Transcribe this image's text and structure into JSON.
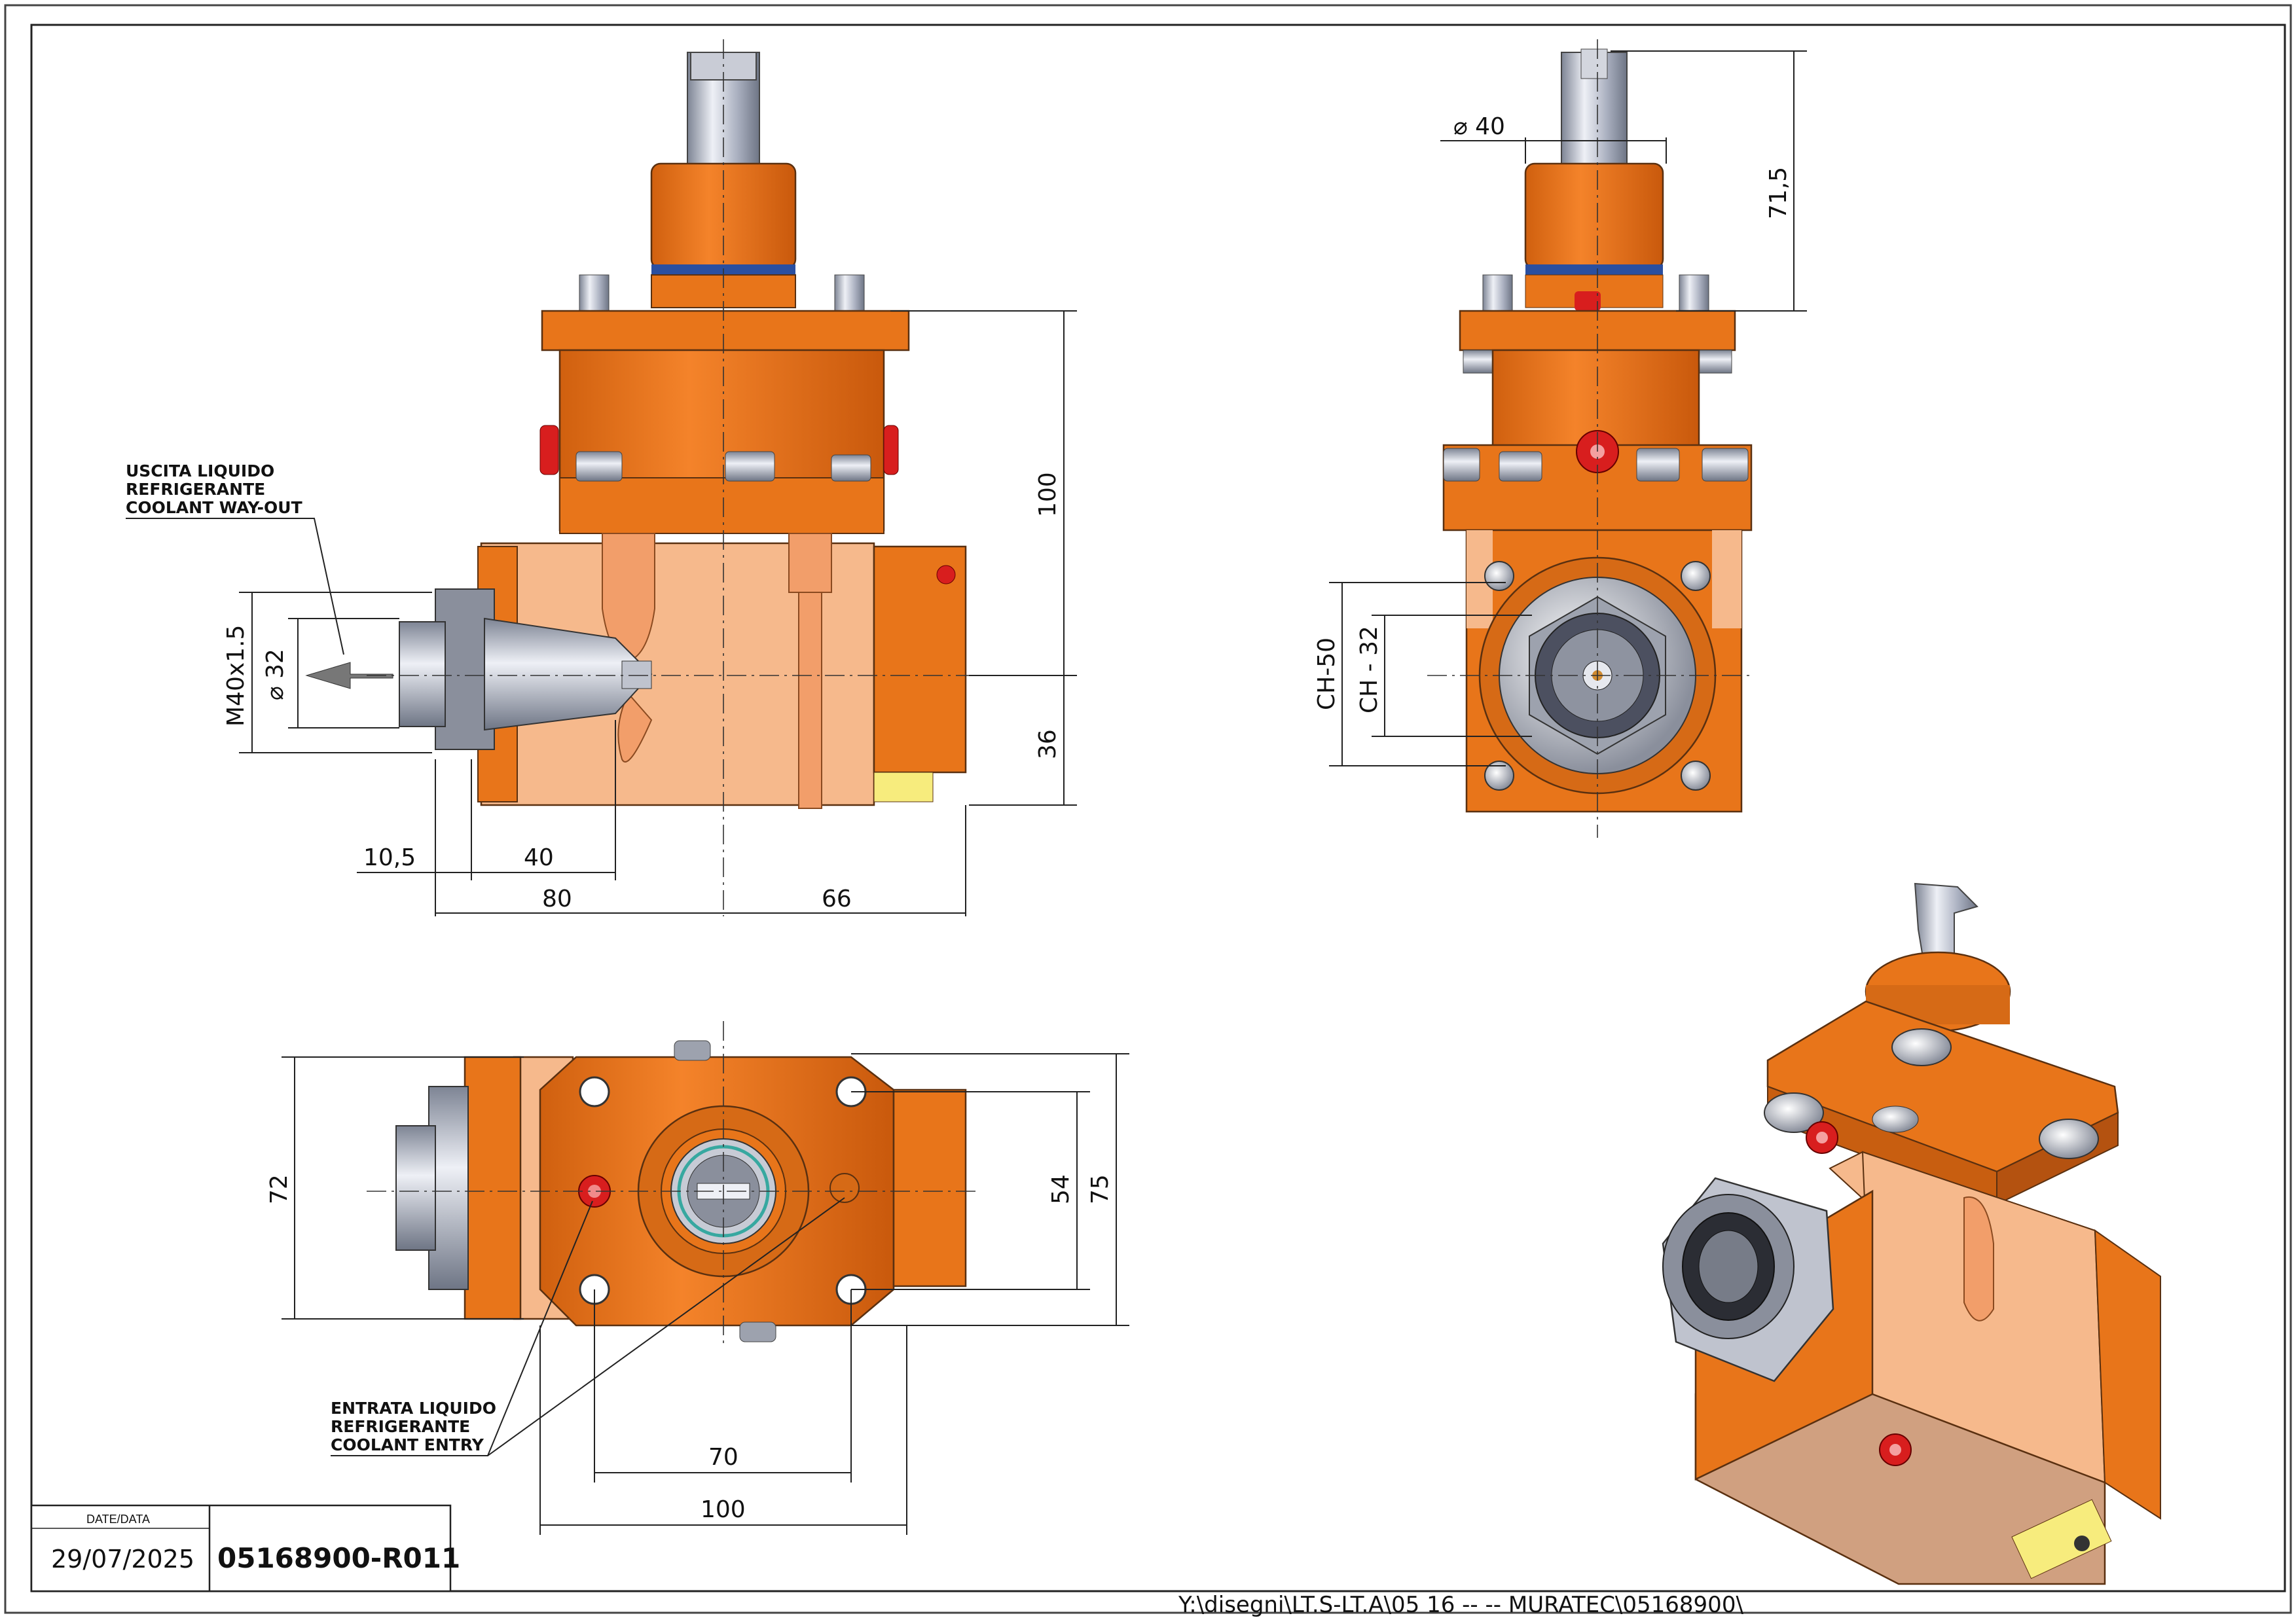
{
  "labels": {
    "coolant_out": [
      "USCITA LIQUIDO",
      "REFRIGERANTE",
      "COOLANT WAY-OUT"
    ],
    "coolant_in": [
      "ENTRATA LIQUIDO",
      "REFRIGERANTE",
      "COOLANT ENTRY"
    ]
  },
  "dimensions": {
    "front": {
      "height_100": "100",
      "height_36": "36",
      "thread": "M40x1.5",
      "diam_32": "⌀ 32",
      "d_10_5": "10,5",
      "d_40": "40",
      "d_80": "80",
      "d_66": "66"
    },
    "side": {
      "diam_40": "⌀ 40",
      "h_71_5": "71,5",
      "ch_50": "CH-50",
      "ch_32": "CH - 32"
    },
    "top": {
      "w_72": "72",
      "w_54": "54",
      "w_75": "75",
      "d_70": "70",
      "d_100": "100"
    }
  },
  "title_block": {
    "date_label": "DATE/DATA",
    "date": "29/07/2025",
    "code": "05168900-R011"
  },
  "file_path": "Y:\\disegni\\LT.S-LT.A\\05 16 -- -- MURATEC\\05168900\\",
  "colors": {
    "orange": "#e8751a",
    "orange_dark": "#c85e10",
    "salmon": "#f6b98c",
    "steel": "#b8bcc8",
    "blue_ring": "#2a4fa0",
    "red_plug": "#d81e1e"
  }
}
